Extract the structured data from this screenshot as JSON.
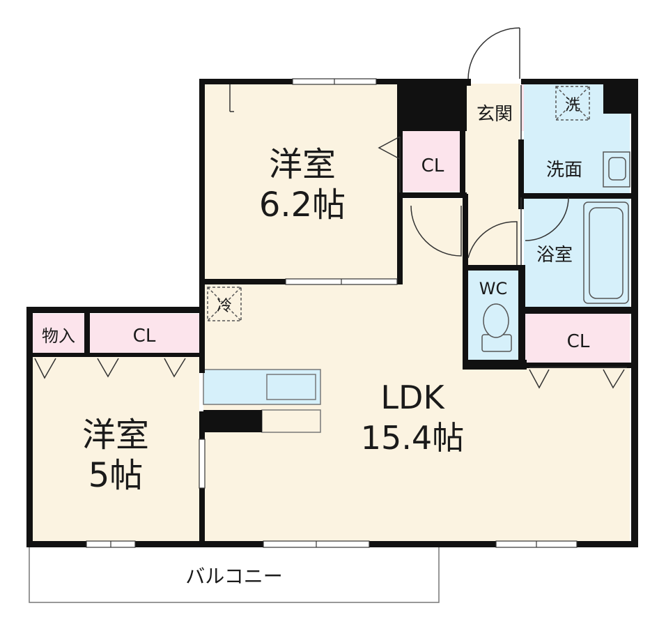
{
  "rooms": {
    "western_6": {
      "name": "洋室",
      "size": "6.2帖"
    },
    "western_5": {
      "name": "洋室",
      "size": "5帖"
    },
    "ldk": {
      "name": "LDK",
      "size": "15.4帖"
    },
    "entrance": "玄関",
    "washroom": "洗面",
    "bathroom": "浴室",
    "wc": "WC",
    "storage": "物入",
    "balcony": "バルコニー"
  },
  "closets": {
    "cl_upper": "CL",
    "cl_left": "CL",
    "cl_right": "CL"
  },
  "fixtures": {
    "fridge": "冷",
    "washer": "洗"
  },
  "colors": {
    "room_floor": "#fbf3e1",
    "closet": "#fce4ec",
    "wet_area": "#d6f0fa",
    "wall": "#111111"
  }
}
